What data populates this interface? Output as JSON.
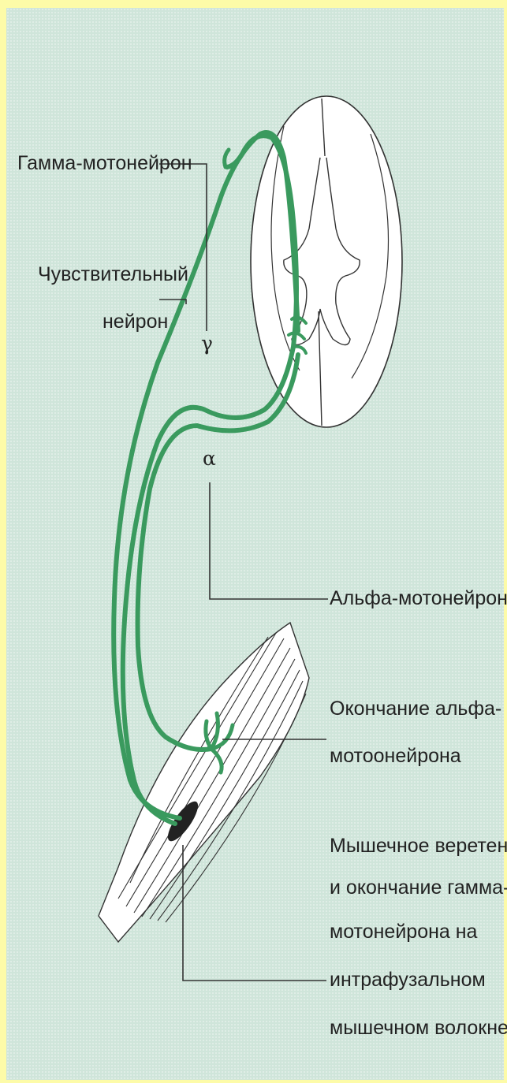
{
  "labels": {
    "gamma_motoneuron": "Гамма-мотонейрон",
    "sensory_neuron_line1": "Чувствительный",
    "sensory_neuron_line2": "нейрон",
    "gamma_symbol": "γ",
    "alpha_symbol": "α",
    "alpha_motoneuron": "Альфа-мотонейрон",
    "alpha_ending_line1": "Окончание  альфа-",
    "alpha_ending_line2": "мотоонейрона",
    "spindle_line1": "Мышечное веретено",
    "spindle_line2": "и окончание гамма-",
    "spindle_line3": "мотонейрона на",
    "spindle_line4": "интрафузальном",
    "spindle_line5": "мышечном волокне"
  },
  "colors": {
    "frame_bg": "#fdfba8",
    "panel_bg": "#cfe5da",
    "nerve_green": "#3a9a5e",
    "outline": "#222222"
  }
}
